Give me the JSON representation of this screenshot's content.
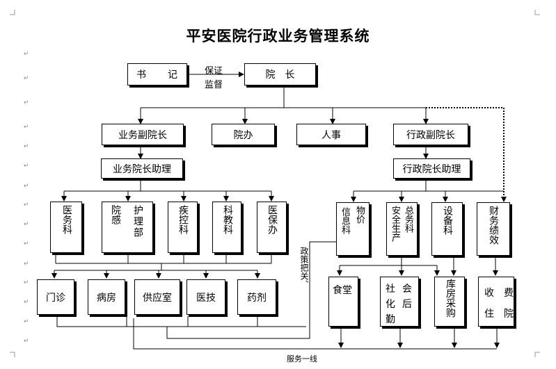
{
  "title": "平安医院行政业务管理系统",
  "nodes": {
    "shuji": "书　　记",
    "yuanzhang": "院　长",
    "yewu_fu": "业务副院长",
    "yuanban": "院办",
    "renshi": "人事",
    "xingzheng_fu": "行政副院长",
    "yewu_zhuli": "业务院长助理",
    "xingzheng_zhuli": "行政院长助理",
    "yiwuke": "医务科",
    "yuangan": "院感",
    "hulibu": "护理部",
    "jikongke": "疾控科",
    "kejiaoke": "科教科",
    "yibaoban": "医保办",
    "xinxike": "信息科",
    "wujia": "物价",
    "anquan": "安全生产",
    "zongwuke": "总务科",
    "shebeike": "设备科",
    "caiwu": "财务绩效",
    "menzhen": "门诊",
    "bingfang": "病房",
    "gongyingshi": "供应室",
    "yiji": "医技",
    "yaoji": "药剂",
    "shitang": "食堂",
    "shehui_1": "社会",
    "shehui_2": "化后",
    "shehui_3": "勤",
    "kufang": "库房采购",
    "shoufei_1": "收　费",
    "shoufei_2": "住　院"
  },
  "labels": {
    "baozheng": "保证",
    "jiandu": "监督",
    "zhengce": "政策把关、",
    "fuwu": "服务一线"
  }
}
